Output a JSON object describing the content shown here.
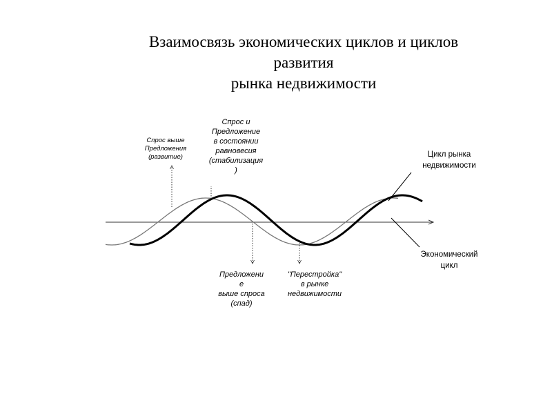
{
  "title": {
    "line1": "Взаимосвязь экономических циклов и циклов",
    "line2": "развития",
    "line3": "рынка недвижимости"
  },
  "labels": {
    "demand_above": [
      "Спрос выше",
      "Предложения",
      "(развитие)"
    ],
    "equilibrium": [
      "Спрос и",
      "Предложение",
      "в состоянии",
      "равновесия",
      "(стабилизация",
      ")"
    ],
    "supply_above": [
      "Предложени",
      "е",
      "выше спроса",
      "(спад)"
    ],
    "restructuring": [
      "\"Перестройка\"",
      "в рынке",
      "недвижимости"
    ],
    "re_cycle": [
      "Цикл рынка",
      "недвижимости"
    ],
    "econ_cycle": [
      "Экономический",
      "цикл"
    ]
  },
  "colors": {
    "economic_curve": "#777777",
    "real_estate_curve": "#000000",
    "axis": "#333333"
  }
}
